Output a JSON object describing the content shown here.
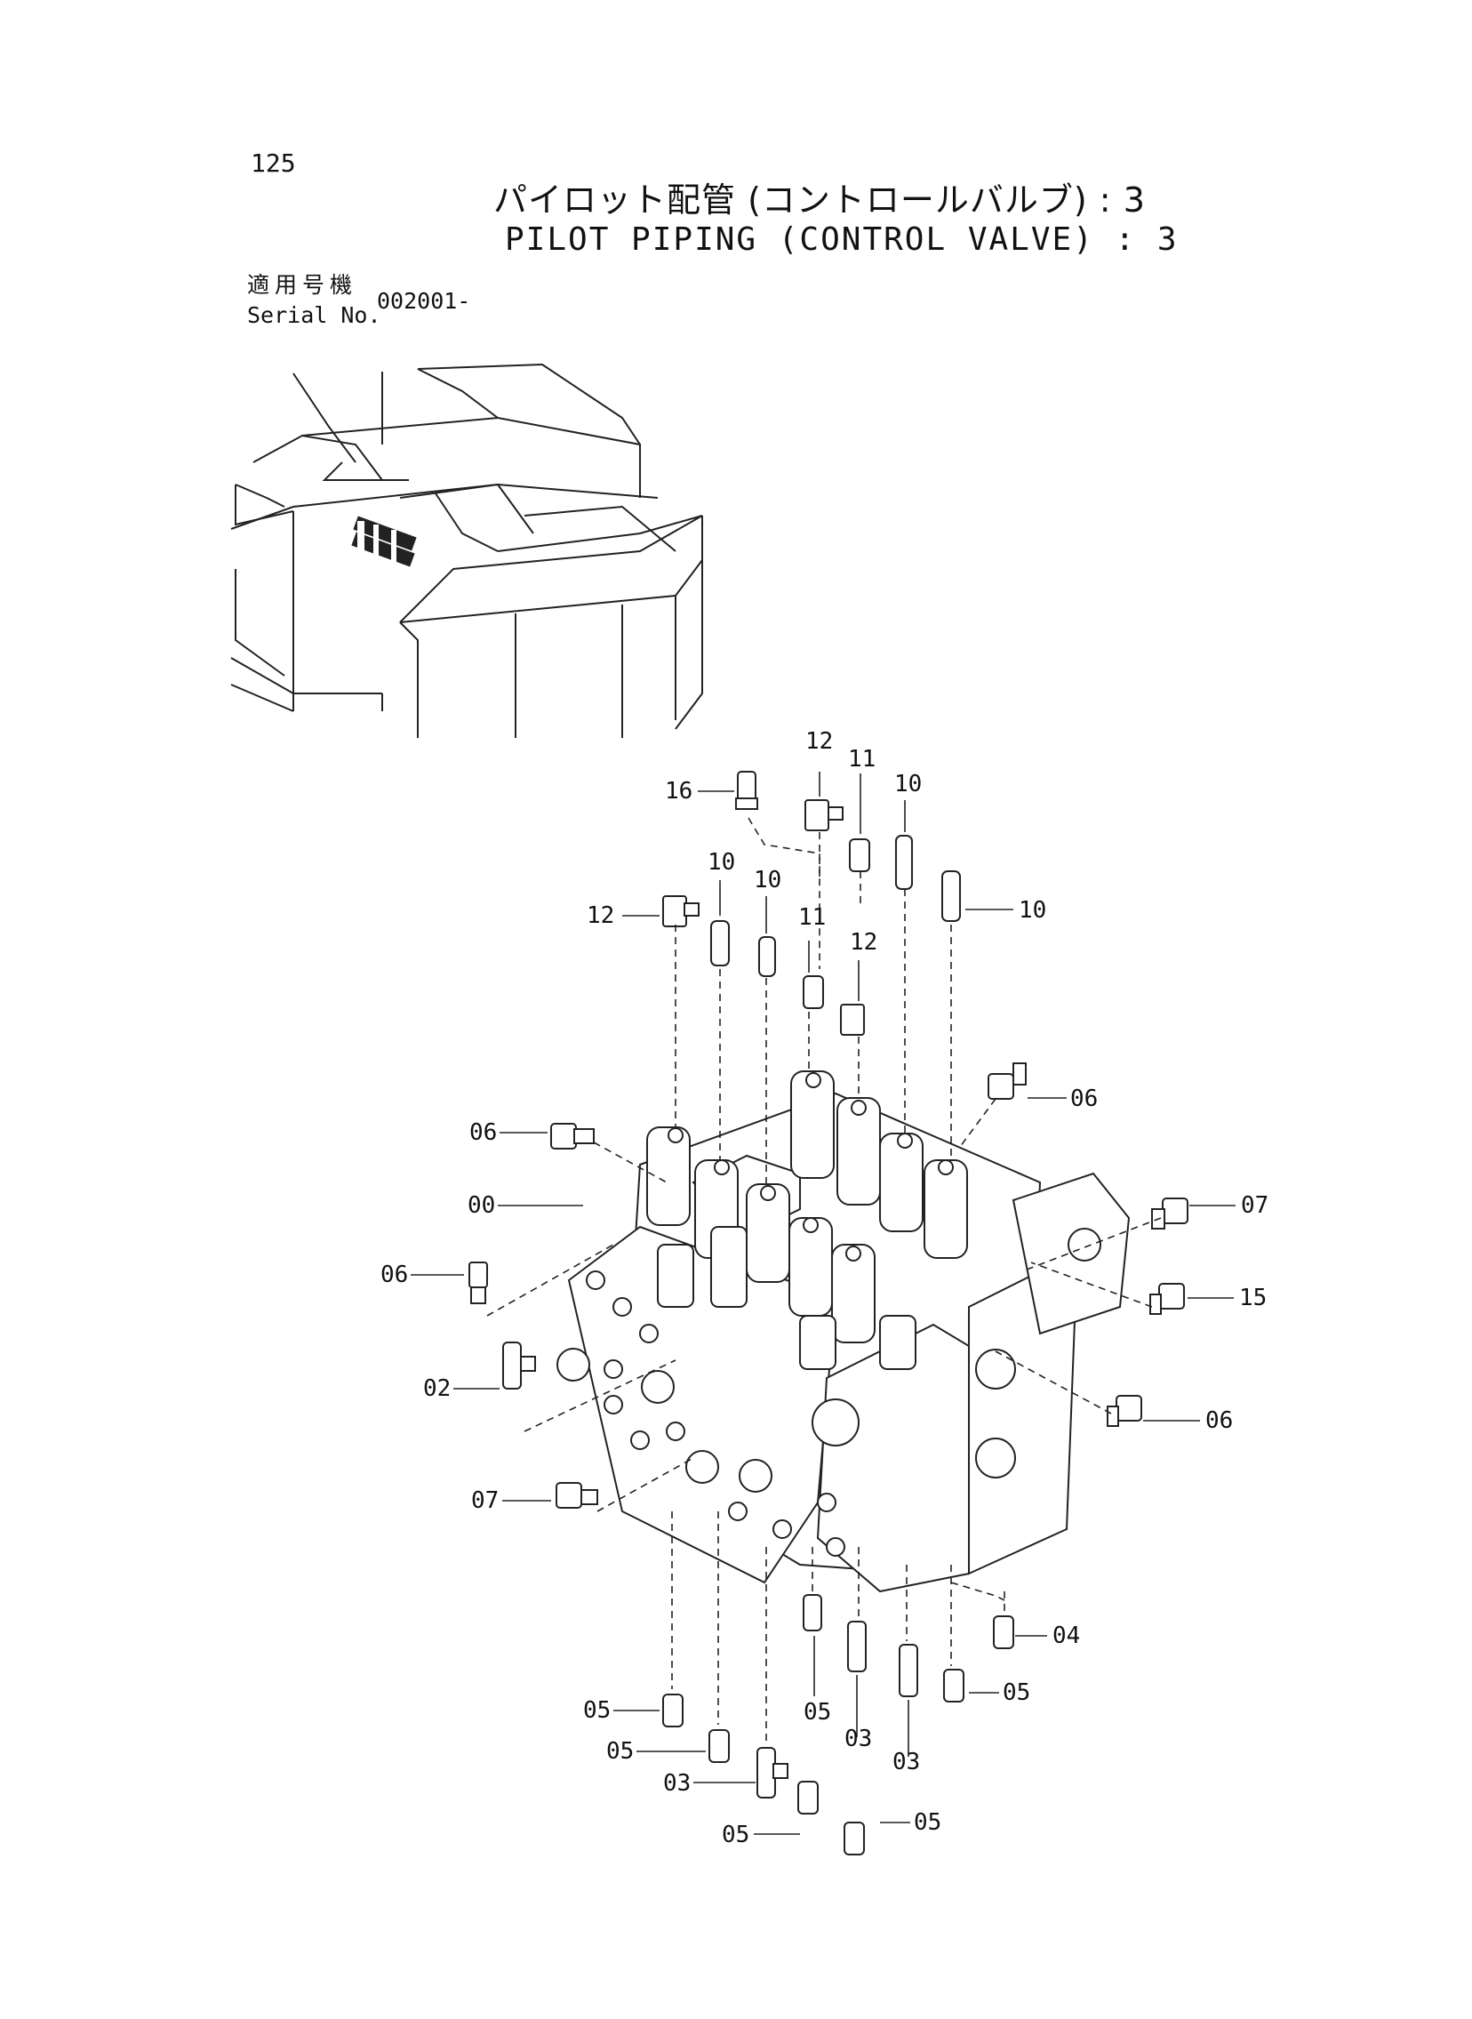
{
  "page_number": "125",
  "title_ja": "パイロット配管 (コントロールバルブ) : 3",
  "title_en": "PILOT PIPING (CONTROL VALVE) : 3",
  "serial": {
    "label_ja": "適用号機",
    "label_en": "Serial No.",
    "value": "002001-"
  },
  "callouts": [
    "16",
    "12",
    "11",
    "10",
    "10",
    "12",
    "10",
    "10",
    "11",
    "12",
    "06",
    "06",
    "00",
    "07",
    "06",
    "15",
    "02",
    "06",
    "07",
    "04",
    "05",
    "05",
    "05",
    "03",
    "05",
    "03",
    "03",
    "05",
    "05"
  ]
}
